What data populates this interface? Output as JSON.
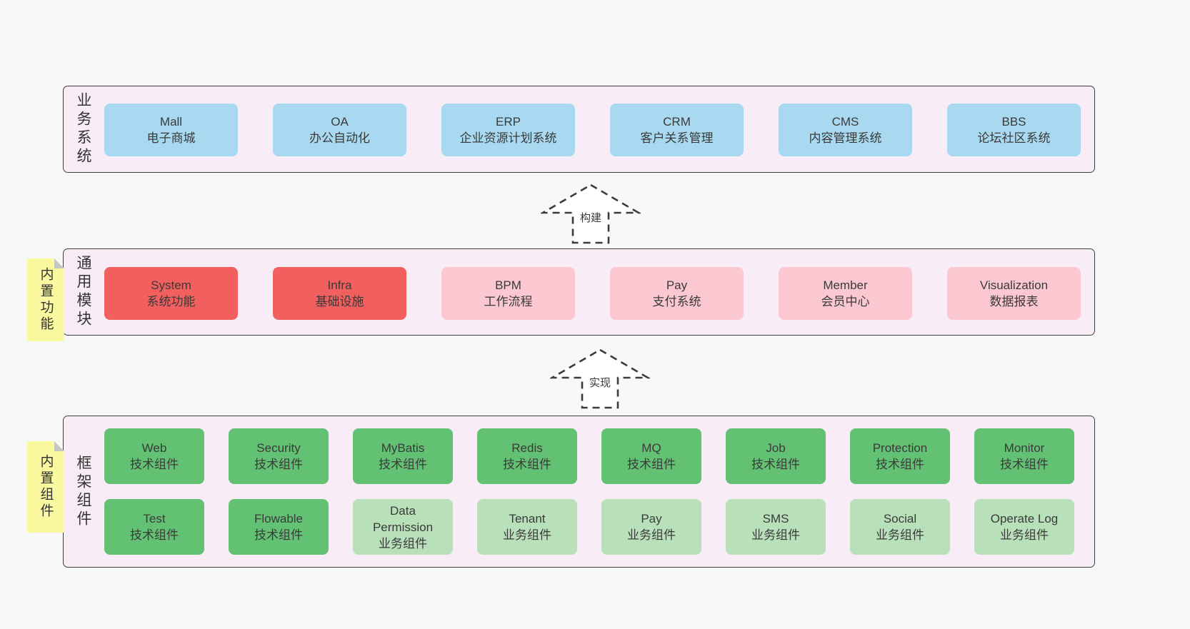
{
  "colors": {
    "page_bg": "#f8f8f8",
    "panel_bg": "#f8edf7",
    "panel_border": "#3e3e3e",
    "box_blue": "#a8d9f0",
    "box_red": "#f1605f",
    "box_pink": "#fbc8d1",
    "box_green_dark": "#63c174",
    "box_green_light": "#b8e1ba",
    "note_yellow": "#fbf9a0",
    "note_fold_gray": "#c6c6c6",
    "text": "#3a3a3a"
  },
  "arrows": {
    "build": "构建",
    "implement": "实现"
  },
  "sections": {
    "business": {
      "label": "业务系统",
      "boxes": [
        {
          "title": "Mall",
          "subtitle": "电子商城"
        },
        {
          "title": "OA",
          "subtitle": "办公自动化"
        },
        {
          "title": "ERP",
          "subtitle": "企业资源计划系统"
        },
        {
          "title": "CRM",
          "subtitle": "客户关系管理"
        },
        {
          "title": "CMS",
          "subtitle": "内容管理系统"
        },
        {
          "title": "BBS",
          "subtitle": "论坛社区系统"
        }
      ]
    },
    "modules": {
      "label": "通用模块",
      "note": "内置功能",
      "boxes": [
        {
          "title": "System",
          "subtitle": "系统功能"
        },
        {
          "title": "Infra",
          "subtitle": "基础设施"
        },
        {
          "title": "BPM",
          "subtitle": "工作流程"
        },
        {
          "title": "Pay",
          "subtitle": "支付系统"
        },
        {
          "title": "Member",
          "subtitle": "会员中心"
        },
        {
          "title": "Visualization",
          "subtitle": "数据报表"
        }
      ]
    },
    "framework": {
      "label": "框架组件",
      "note": "内置组件",
      "row1": [
        {
          "title": "Web",
          "subtitle": "技术组件"
        },
        {
          "title": "Security",
          "subtitle": "技术组件"
        },
        {
          "title": "MyBatis",
          "subtitle": "技术组件"
        },
        {
          "title": "Redis",
          "subtitle": "技术组件"
        },
        {
          "title": "MQ",
          "subtitle": "技术组件"
        },
        {
          "title": "Job",
          "subtitle": "技术组件"
        },
        {
          "title": "Protection",
          "subtitle": "技术组件"
        },
        {
          "title": "Monitor",
          "subtitle": "技术组件"
        }
      ],
      "row2": [
        {
          "title": "Test",
          "subtitle": "技术组件"
        },
        {
          "title": "Flowable",
          "subtitle": "技术组件"
        },
        {
          "title": "Data Permission",
          "subtitle": "业务组件"
        },
        {
          "title": "Tenant",
          "subtitle": "业务组件"
        },
        {
          "title": "Pay",
          "subtitle": "业务组件"
        },
        {
          "title": "SMS",
          "subtitle": "业务组件"
        },
        {
          "title": "Social",
          "subtitle": "业务组件"
        },
        {
          "title": "Operate Log",
          "subtitle": "业务组件"
        }
      ]
    }
  }
}
